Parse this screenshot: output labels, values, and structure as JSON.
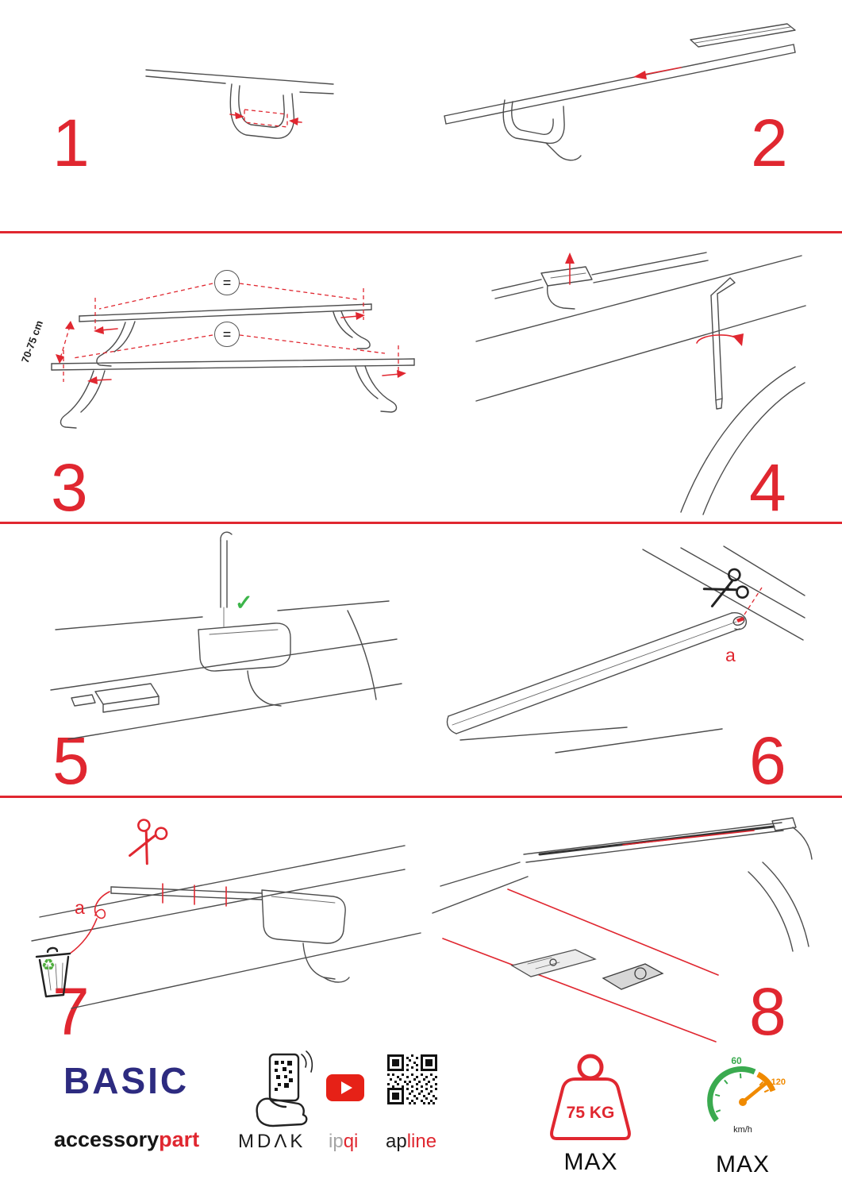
{
  "colors": {
    "accent_red": "#e02730",
    "brand_navy": "#2d2b80",
    "check_green": "#3cb54a",
    "recycle_green": "#4fae3d",
    "gauge_green": "#3aaa4f",
    "gauge_orange": "#f08a00",
    "youtube_red": "#e62117",
    "sketch_gray": "#4d4d4d"
  },
  "icons": {
    "checkmark": "✓",
    "recycle": "♻"
  },
  "steps": {
    "s1": {
      "number": "1"
    },
    "s2": {
      "number": "2"
    },
    "s3": {
      "number": "3",
      "equals": "=",
      "dimension": "70-75 cm"
    },
    "s4": {
      "number": "4"
    },
    "s5": {
      "number": "5"
    },
    "s6": {
      "number": "6",
      "label_a": "a"
    },
    "s7": {
      "number": "7",
      "label_a": "a"
    },
    "s8": {
      "number": "8"
    }
  },
  "footer": {
    "brand": "BASIC",
    "brand_sub_left": "accessory",
    "brand_sub_right": "part",
    "partner_mdak": "MDΛK",
    "partner_ipqi_left": "ip",
    "partner_ipqi_right": "qi",
    "partner_apline_left": "ap",
    "partner_apline_right": "line",
    "weight_value": "75 KG",
    "weight_max": "MAX",
    "gauge_min": "60",
    "gauge_top": "120",
    "gauge_unit": "km/h",
    "gauge_max": "MAX"
  }
}
